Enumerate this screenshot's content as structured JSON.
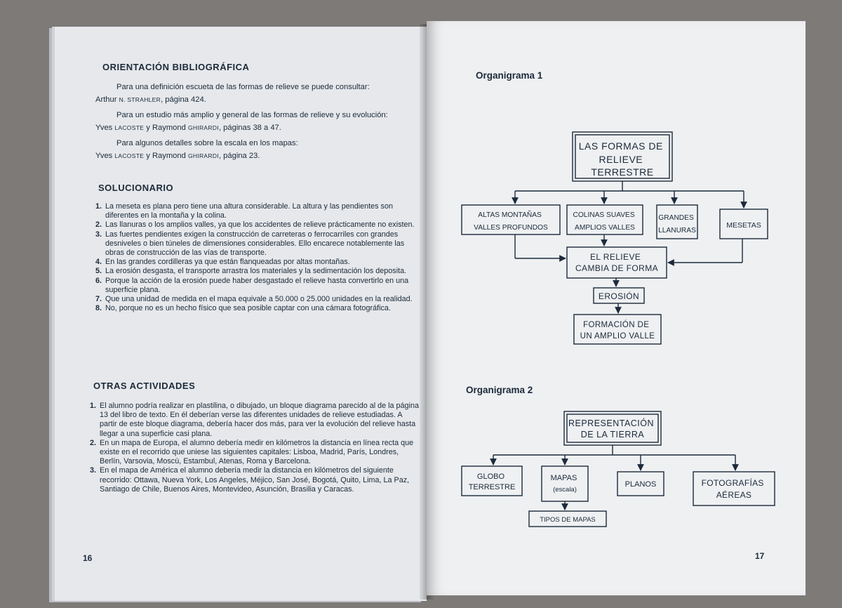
{
  "left_page": {
    "bibliography": {
      "heading": "ORIENTACIÓN BIBLIOGRÁFICA",
      "p1": "Para una definición escueta de las formas de relieve se puede consultar:",
      "p2_a": "Arthur ",
      "p2_b": "N. STRAHLER",
      "p2_c": ", página 424.",
      "p3": "Para un estudio más amplio y general de las formas de relieve y su evolución:",
      "p4_a": "Yves ",
      "p4_b": "LACOSTE",
      "p4_c": " y Raymond ",
      "p4_d": "GHIRARDI",
      "p4_e": ", páginas 38 a 47.",
      "p5": "Para algunos detalles sobre la escala en los mapas:",
      "p6_a": "Yves ",
      "p6_b": "LACOSTE",
      "p6_c": " y Raymond ",
      "p6_d": "GHIRARDI",
      "p6_e": ", página 23."
    },
    "solucionario": {
      "heading": "SOLUCIONARIO",
      "items": [
        "La meseta es plana pero tiene una altura considerable. La altura y las pendientes son diferentes en la montaña y la colina.",
        "Las llanuras o los amplios valles, ya que los accidentes de relieve prácticamente no existen.",
        "Las fuertes pendientes exigen la construcción de carreteras o ferrocarriles con grandes desniveles o bien túneles de dimensiones considerables. Ello encarece notablemente las obras de construcción de las vías de transporte.",
        "En las grandes cordilleras ya que están flanqueadas por altas montañas.",
        "La erosión desgasta, el transporte arrastra los materiales y la sedimentación los deposita.",
        "Porque la acción de la erosión puede haber desgastado el relieve hasta convertirlo en una superficie plana.",
        "Que una unidad de medida en el mapa equivale a 50.000 o 25.000 unidades en la realidad.",
        "No, porque no es un hecho físico que sea posible captar con una cámara fotográfica."
      ]
    },
    "otras": {
      "heading": "OTRAS ACTIVIDADES",
      "items": [
        "El alumno podría realizar en plastilina, o dibujado, un bloque diagrama parecido al de la página 13 del libro de texto. En él deberían verse las diferentes unidades de relieve estudiadas. A partir de este bloque diagrama, debería hacer dos más, para ver la evolución del relieve hasta llegar a una superficie casi plana.",
        "En un mapa de Europa, el alumno debería medir en kilómetros la distancia en línea recta que existe en el recorrido que uniese las siguientes capitales: Lisboa, Madrid, París, Londres, Berlín, Varsovia, Moscú, Estambul, Atenas, Roma y Barcelona.",
        "En el mapa de América el alumno debería medir la distancia en kilómetros del siguiente recorrido: Ottawa, Nueva York, Los Angeles, Méjico, San José, Bogotá, Quito, Lima, La Paz, Santiago de Chile, Buenos Aires, Montevideo, Asunción, Brasilia y Caracas."
      ]
    },
    "page_number": "16"
  },
  "right_page": {
    "org1": {
      "title": "Organigrama 1",
      "root": [
        "LAS FORMAS DE",
        "RELIEVE",
        "TERRESTRE"
      ],
      "b1": [
        "ALTAS MONTAÑAS",
        "VALLES PROFUNDOS"
      ],
      "b2": [
        "COLINAS SUAVES",
        "AMPLIOS VALLES"
      ],
      "b3": [
        "GRANDES",
        "LLANURAS"
      ],
      "b4": [
        "MESETAS"
      ],
      "mid": [
        "EL RELIEVE",
        "CAMBIA DE FORMA"
      ],
      "erosion": [
        "EROSIÓN"
      ],
      "final": [
        "FORMACIÓN DE",
        "UN AMPLIO VALLE"
      ]
    },
    "org2": {
      "title": "Organigrama 2",
      "root": [
        "REPRESENTACIÓN",
        "DE LA TIERRA"
      ],
      "b1": [
        "GLOBO",
        "TERRESTRE"
      ],
      "b2": [
        "MAPAS",
        "(escala)"
      ],
      "b3": [
        "PLANOS"
      ],
      "b4": [
        "FOTOGRAFÍAS",
        "AÉREAS"
      ],
      "sub": [
        "TIPOS DE MAPAS"
      ]
    },
    "page_number": "17"
  },
  "colors": {
    "ink": "#1c2a3a",
    "paper_left": "#e6e8eb",
    "paper_right": "#eef0f2"
  }
}
